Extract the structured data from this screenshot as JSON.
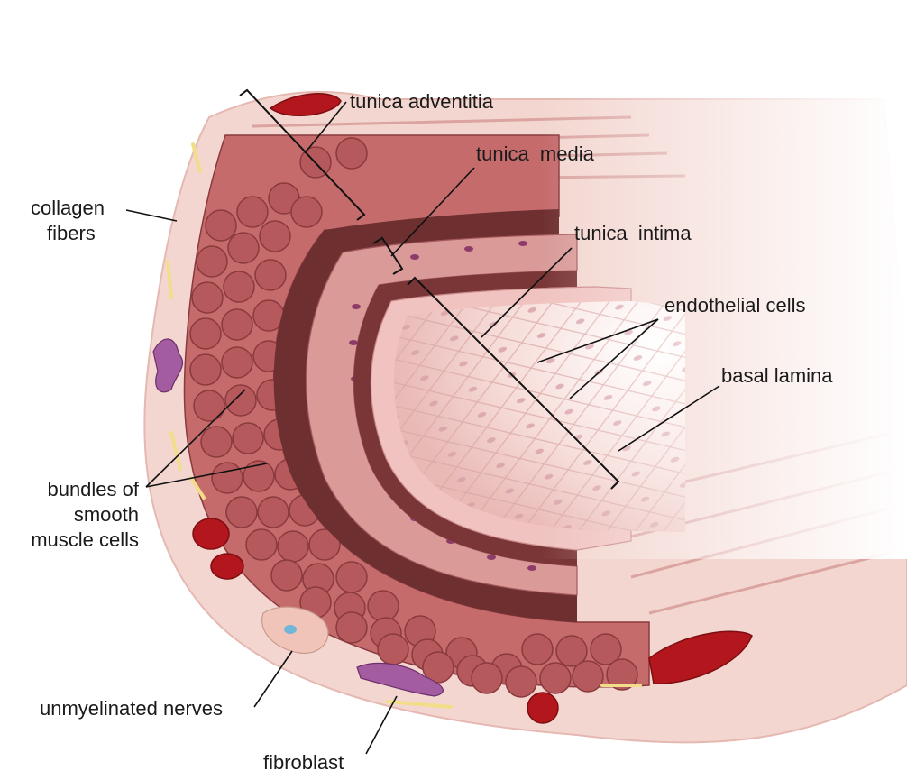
{
  "diagram": {
    "labels": {
      "tunica_adventitia": "tunica adventitia",
      "tunica_media": "tunica  media",
      "tunica_intima": "tunica  intima",
      "endothelial_cells": "endothelial cells",
      "basal_lamina": "basal lamina",
      "collagen_fibers_line1": "collagen",
      "collagen_fibers_line2": "fibers",
      "bundles_line1": "bundles of",
      "bundles_line2": "smooth",
      "bundles_line3": "muscle cells",
      "unmyelinated_nerves": "unmyelinated nerves",
      "fibroblast": "fibroblast"
    },
    "colors": {
      "adventitia_fill": "#f3d6d0",
      "muscle_bundle": "#b5595c",
      "muscle_bundle_edge": "#8a3a3e",
      "dark_band": "#6e2f30",
      "media_layer": "#d99a98",
      "intima_surface": "#f2cfcc",
      "blood_vessel": "#b3161c",
      "fibroblast": "#9c4f9a",
      "collagen_yellow": "#f2de8a"
    }
  }
}
